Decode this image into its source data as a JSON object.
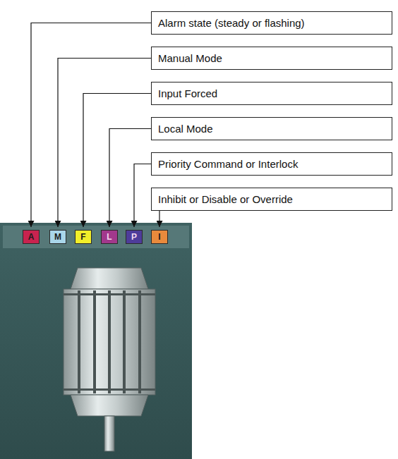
{
  "diagram": {
    "nodes": [
      {
        "text": [
          "Alarm state (steady or flashing)"
        ]
      },
      {
        "text": [
          "Manual Mode"
        ]
      },
      {
        "text": [
          "Input Forced"
        ]
      },
      {
        "text": [
          "Local Mode"
        ]
      },
      {
        "text": [
          "Priority Command or Interlock"
        ]
      },
      {
        "text": [
          "Inhibit or Disable or Override"
        ]
      },
      {
        "text": [
          "A"
        ]
      },
      {
        "text": [
          "M"
        ]
      },
      {
        "text": [
          "F"
        ]
      },
      {
        "text": [
          "L"
        ]
      },
      {
        "text": [
          "P"
        ]
      },
      {
        "text": [
          "I"
        ]
      }
    ],
    "edges": [
      {
        "from": 0,
        "to": 6,
        "arrow": "to"
      },
      {
        "from": 1,
        "to": 7,
        "arrow": "to"
      },
      {
        "from": 2,
        "to": 8,
        "arrow": "to"
      },
      {
        "from": 3,
        "to": 9,
        "arrow": "to"
      },
      {
        "from": 4,
        "to": 10,
        "arrow": "to"
      },
      {
        "from": 5,
        "to": 11,
        "arrow": "to"
      }
    ]
  }
}
